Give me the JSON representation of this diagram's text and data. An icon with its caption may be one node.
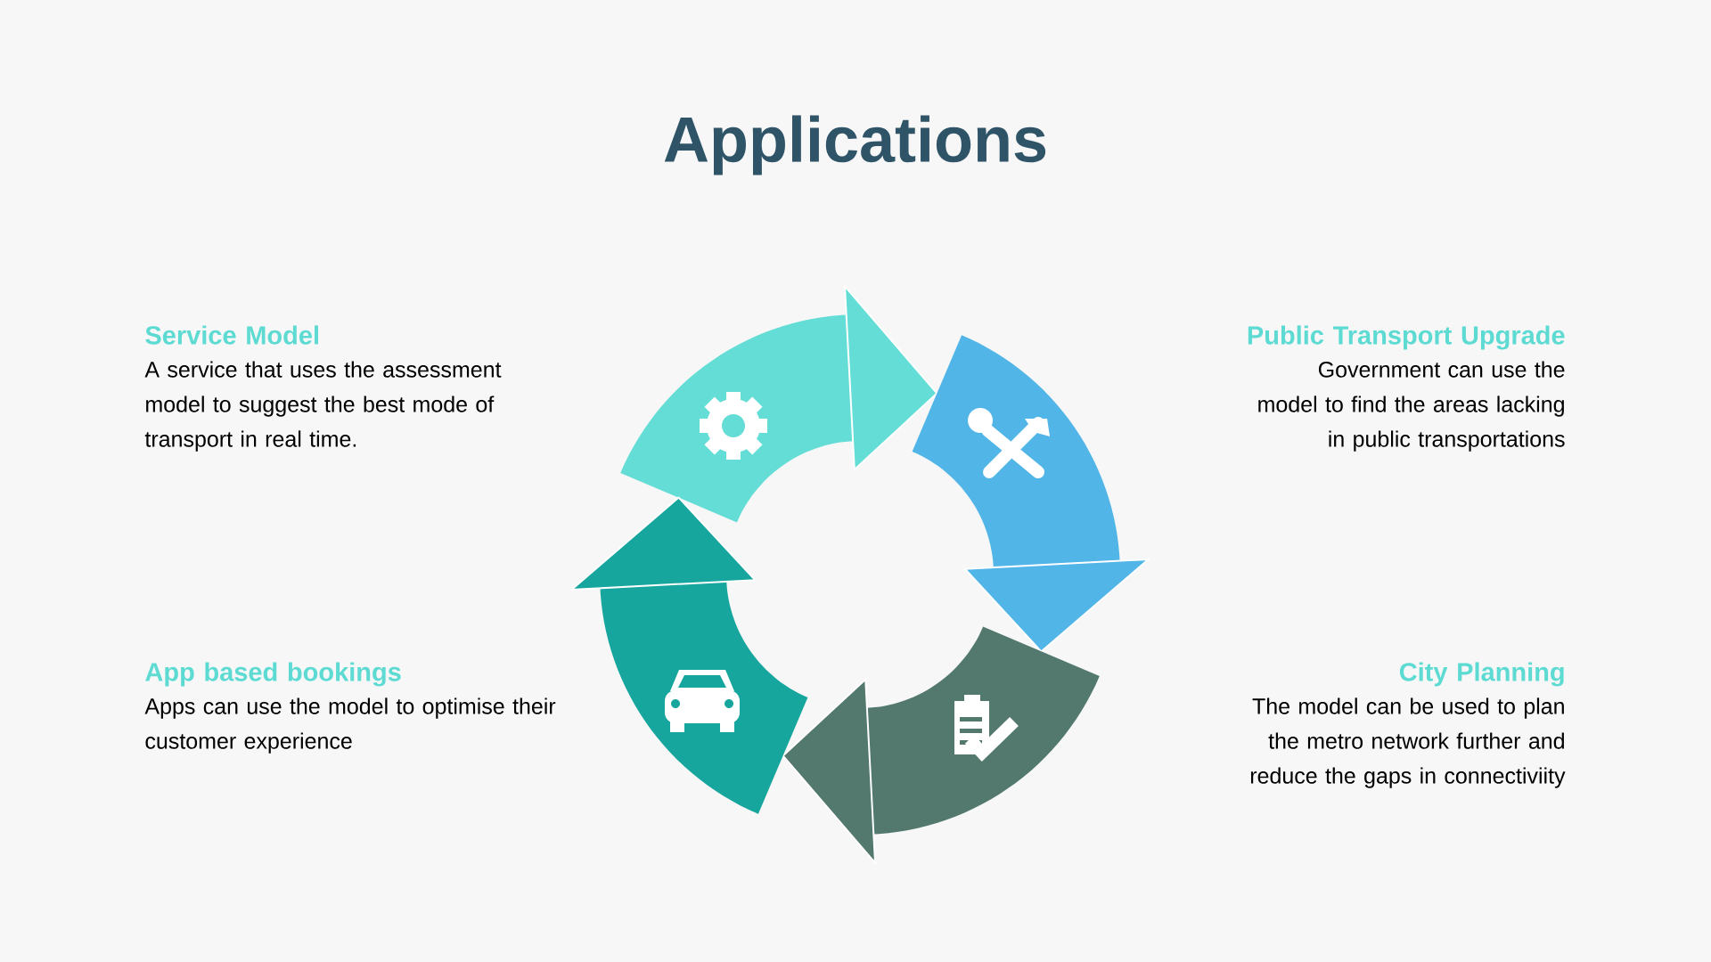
{
  "diagram": {
    "title": "Applications",
    "labels": [
      "Service Model",
      "A service that uses the assessment model to suggest the best mode of transport in real time.",
      "Public Transport Upgrade",
      "Government can use the model to find the areas lacking in public transportations",
      "App based bookings",
      "Apps can use the model to optimise their customer experience",
      "City Planning",
      "The model can be used to plan the metro network further and reduce the gaps in connectiviity"
    ]
  }
}
